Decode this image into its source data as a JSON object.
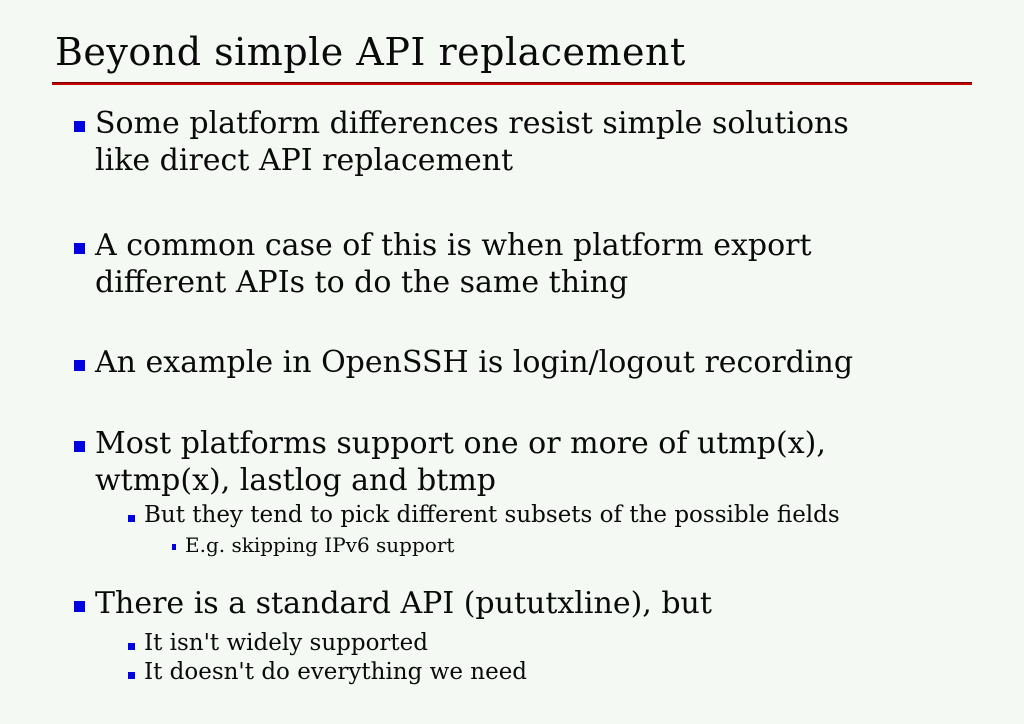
{
  "slide": {
    "title": "Beyond simple API replacement",
    "items": [
      {
        "level": 1,
        "text": "Some platform differences resist simple solutions\nlike direct API replacement"
      },
      {
        "level": 1,
        "text": "A common case of this is when platform export\ndifferent APIs to do the same thing"
      },
      {
        "level": 1,
        "text": "An example in OpenSSH is login/logout recording"
      },
      {
        "level": 1,
        "text": "Most platforms support one or more of utmp(x),\nwtmp(x), lastlog and btmp"
      },
      {
        "level": 2,
        "text": "But they tend to pick different subsets of the possible fields"
      },
      {
        "level": 3,
        "text": "E.g. skipping IPv6 support"
      },
      {
        "level": 1,
        "text": "There is a standard API (pututxline), but"
      },
      {
        "level": 2,
        "text": "It isn't widely supported"
      },
      {
        "level": 2,
        "text": "It doesn't do everything we need"
      }
    ],
    "colors": {
      "background": "#F4F9F4",
      "bullet_blue": "#0000E0",
      "rule_red": "#C40101",
      "text": "#0A0A0A"
    }
  }
}
